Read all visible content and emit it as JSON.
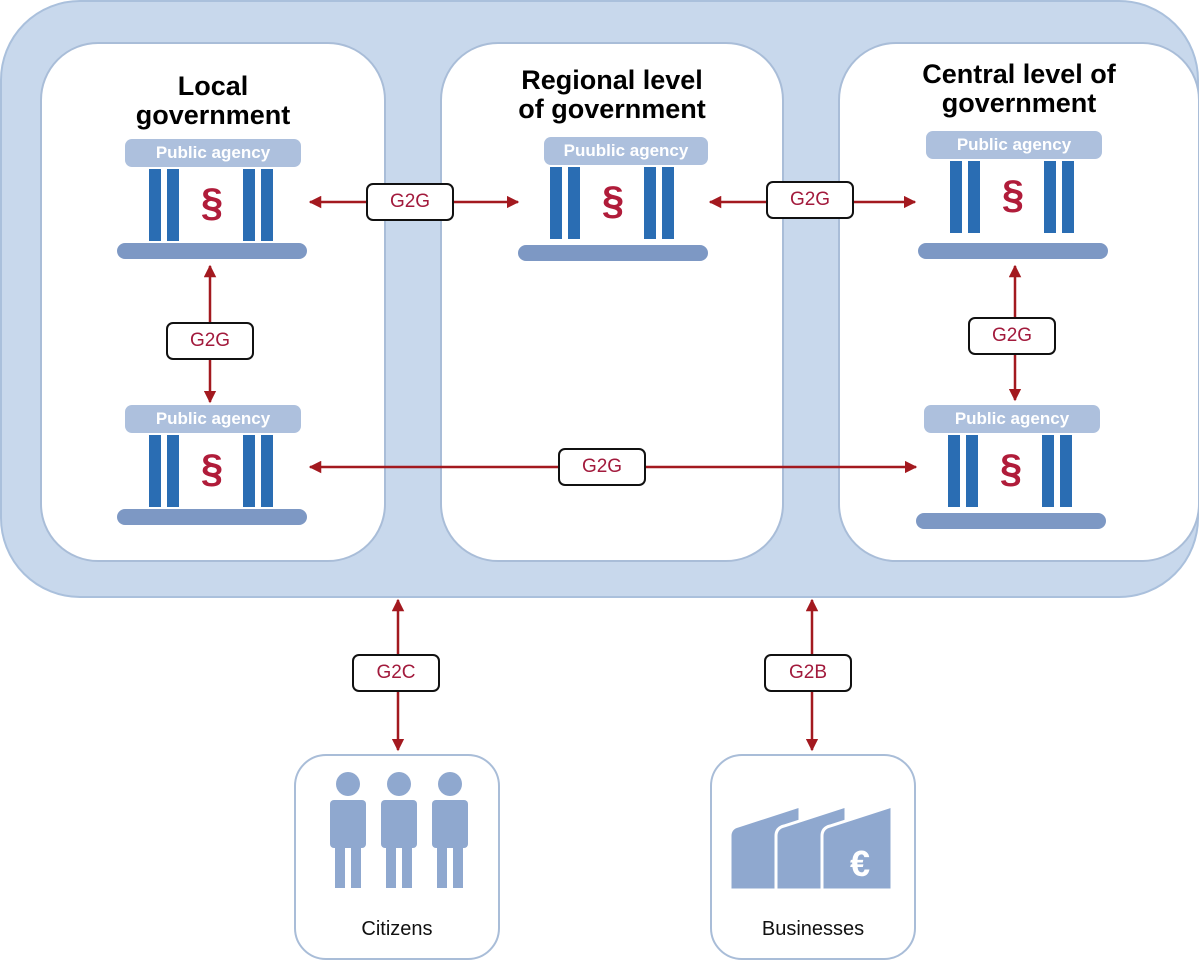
{
  "panels": {
    "local": {
      "title_line1": "Local",
      "title_line2": "government"
    },
    "regional": {
      "title_line1": "Regional level",
      "title_line2": "of government"
    },
    "central": {
      "title_line1": "Central level of",
      "title_line2": "government"
    }
  },
  "agencies": {
    "local_top": "Public agency",
    "local_bottom": "Public agency",
    "regional": "Puublic agency",
    "central_top": "Public agency",
    "central_bottom": "Public agency"
  },
  "section_symbol": "§",
  "relations": {
    "local_regional": "G2G",
    "regional_central": "G2G",
    "local_vertical": "G2G",
    "central_vertical": "G2G",
    "local_central": "G2G",
    "citizens": "G2C",
    "businesses": "G2B"
  },
  "actors": {
    "citizens": "Citizens",
    "businesses": "Businesses"
  },
  "currency_symbol": "€",
  "colors": {
    "outer_fill": "#c8d8ec",
    "agency_column": "#2a6db3",
    "agency_base": "#7d98c4",
    "agency_sign": "#adc0dd",
    "section_mark": "#b01c3a",
    "arrow": "#a3191f",
    "badge_text": "#a21a3c",
    "actor_icon": "#8fa8cf"
  },
  "icons": [
    "public-agency-icon",
    "person-icon",
    "factory-icon",
    "arrow-icon"
  ]
}
